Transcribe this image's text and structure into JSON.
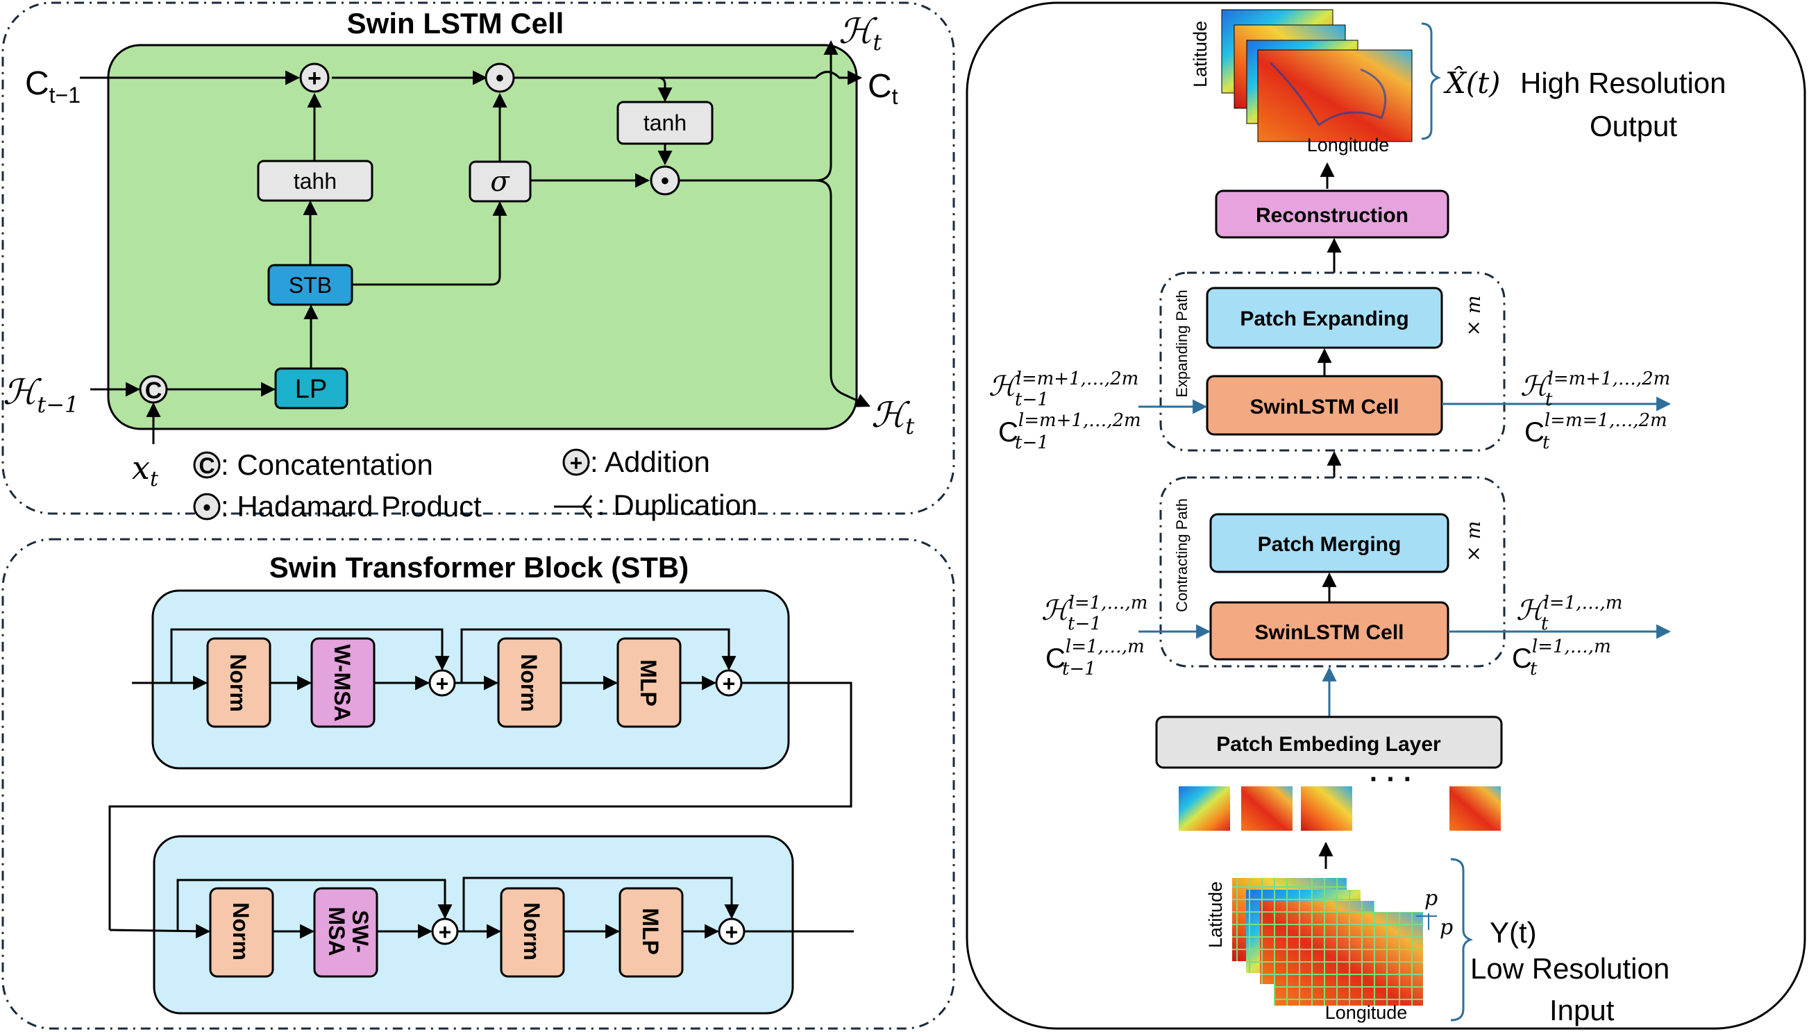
{
  "colors": {
    "lstm_bg": "#b3e3a0",
    "stb_bg": "#cdeefa",
    "gray_box": "#e6e6e6",
    "stb_box": "#2b9fd9",
    "lp_box": "#1bb0cc",
    "norm_box": "#f6c7aa",
    "msa_box": "#e3a3dc",
    "patch_box": "#a6def5",
    "swin_cell": "#f3a982",
    "recon_box": "#e6a3dd",
    "embed_box": "#e3e3e3",
    "arrow_blue": "#2e6f9a"
  },
  "swin_lstm": {
    "title": "Swin LSTM Cell",
    "c_prev": "C",
    "c_prev_sub": "t−1",
    "c_out": "C",
    "c_out_sub": "t",
    "h_prev": "ℋ",
    "h_prev_sub": "t−1",
    "h_out_top": "ℋ",
    "h_out_top_sub": "t",
    "h_out_right": "ℋ",
    "h_out_right_sub": "t",
    "x_in": "x",
    "x_in_sub": "t",
    "tanh_left": "tahh",
    "tanh_right": "tanh",
    "sigma": "σ",
    "stb": "STB",
    "lp": "LP",
    "op_add": "+",
    "op_mul": "•",
    "op_concat": "C"
  },
  "legend": {
    "concat": ": Concatentation",
    "hadamard": ": Hadamard Product",
    "addition": ": Addition",
    "duplication": ": Duplication"
  },
  "stb_block": {
    "title": "Swin Transformer Block (STB)",
    "row1": {
      "norm1": "Norm",
      "msa": "W-MSA",
      "norm2": "Norm",
      "mlp": "MLP"
    },
    "row2": {
      "norm1": "Norm",
      "msa_line1": "SW-",
      "msa_line2": "MSA",
      "norm2": "Norm",
      "mlp": "MLP"
    }
  },
  "pipeline": {
    "output_symbol": "X̂(t)",
    "output_line1": "High Resolution",
    "output_line2": "Output",
    "out_lat": "Latitude",
    "out_lon": "Longitude",
    "reconstruction": "Reconstruction",
    "expanding_path": "Expanding Path",
    "patch_expanding": "Patch Expanding",
    "times_m_top": "× m",
    "cell_top": "SwinLSTM Cell",
    "top_in_h": "ℋ",
    "top_in_h_sup": "l=m+1,…,2m",
    "top_in_h_sub": "t−1",
    "top_in_c": "C",
    "top_in_c_sup": "l=m+1,…,2m",
    "top_in_c_sub": "t−1",
    "top_out_h": "ℋ",
    "top_out_h_sup": "l=m+1,…,2m",
    "top_out_h_sub": "t",
    "top_out_c": "C",
    "top_out_c_sup": "l=m=1,…,2m",
    "top_out_c_sub": "t",
    "contracting_path": "Contracting Path",
    "patch_merging": "Patch Merging",
    "times_m_bottom": "× m",
    "cell_bottom": "SwinLSTM Cell",
    "bot_in_h": "ℋ",
    "bot_in_h_sup": "l=1,…,m",
    "bot_in_h_sub": "t−1",
    "bot_in_c": "C",
    "bot_in_c_sup": "l=1,…,m",
    "bot_in_c_sub": "t−1",
    "bot_out_h": "ℋ",
    "bot_out_h_sup": "l=1,…,m",
    "bot_out_h_sub": "t",
    "bot_out_c": "C",
    "bot_out_c_sup": "l=1,…,m",
    "bot_out_c_sub": "t",
    "patch_embedding": "Patch Embeding Layer",
    "dots": "·   ·   ·",
    "input_symbol": "Y(t)",
    "input_line1": "Low Resolution",
    "input_line2": "Input",
    "in_lat": "Latitude",
    "in_lon": "Longitude",
    "patch_p1": "p",
    "patch_p2": "p"
  }
}
